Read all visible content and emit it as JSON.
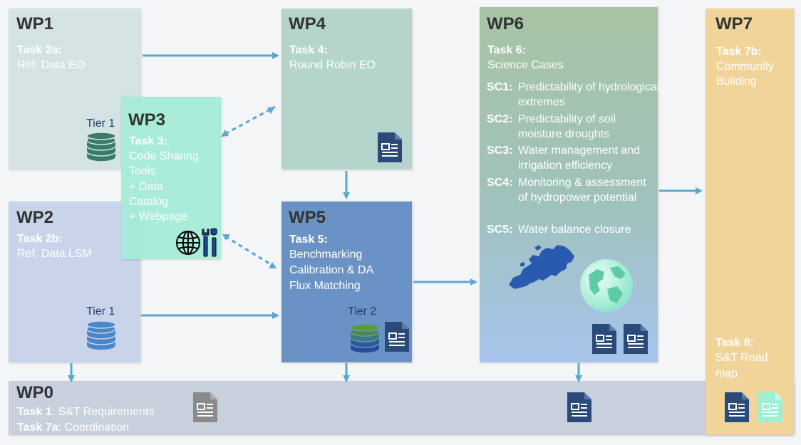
{
  "wp0": {
    "title": "WP0",
    "task1_label": "Task 1",
    "task1_text": ": S&T Requirements",
    "task7a_label": "Task 7a",
    "task7a_text": ": Coordination"
  },
  "wp1": {
    "title": "WP1",
    "task_label": "Task 2a:",
    "task_text": "Ref. Data EO",
    "tier": "Tier 1"
  },
  "wp2": {
    "title": "WP2",
    "task_label": "Task 2b:",
    "task_text": "Ref. Data LSM",
    "tier": "Tier 1"
  },
  "wp3": {
    "title": "WP3",
    "task_label": "Task 3:",
    "lines": [
      "Code Sharing",
      "Tools",
      "+ Data",
      "Catalog",
      "+ Webpage"
    ]
  },
  "wp4": {
    "title": "WP4",
    "task_label": "Task 4:",
    "task_text": "Round Robin EO"
  },
  "wp5": {
    "title": "WP5",
    "task_label": "Task 5:",
    "lines": [
      "Benchmarking",
      "Calibration & DA",
      "Flux Matching"
    ],
    "tier": "Tier 2"
  },
  "wp6": {
    "title": "WP6",
    "task_label": "Task 6:",
    "task_text": "Science Cases",
    "science_cases": [
      {
        "code": "SC1:",
        "desc": "Predictability of hydrological extremes"
      },
      {
        "code": "SC2:",
        "desc": "Predictability of soil moisture droughts"
      },
      {
        "code": "SC3:",
        "desc": "Water management and irrigation efficiency"
      },
      {
        "code": "SC4:",
        "desc": "Monitoring & assessment of hydropower potential"
      },
      {
        "code": "SC5:",
        "desc": "Water balance closure"
      }
    ]
  },
  "wp7": {
    "title": "WP7",
    "task7b_label": "Task 7b:",
    "task7b_lines": [
      "Community",
      "Building"
    ],
    "task8_label": "Task 8:",
    "task8_lines": [
      "S&T Road",
      "map"
    ]
  },
  "colors": {
    "wp0": "#c6cfdc",
    "wp1": "#d3e3e4",
    "wp2": "#c7d4ea",
    "wp3": "#a6ecd9",
    "wp4": "#b4d4cc",
    "wp5": "#6a92c4",
    "wp6_top": "#a8c4a4",
    "wp6_bottom": "#a6c4ec",
    "wp7": "#f0d49a",
    "arrow": "#5ea6d2",
    "doc": "#2a4a7a",
    "doc_grey": "#8a8a8a",
    "doc_teal": "#9ef0d4",
    "db_teal": "#3a7a68",
    "db_blue": "#4a86c8"
  },
  "icons": [
    "document-icon",
    "database-icon",
    "globe-icon",
    "tools-icon",
    "europe-map-icon",
    "earth-globe-icon"
  ]
}
